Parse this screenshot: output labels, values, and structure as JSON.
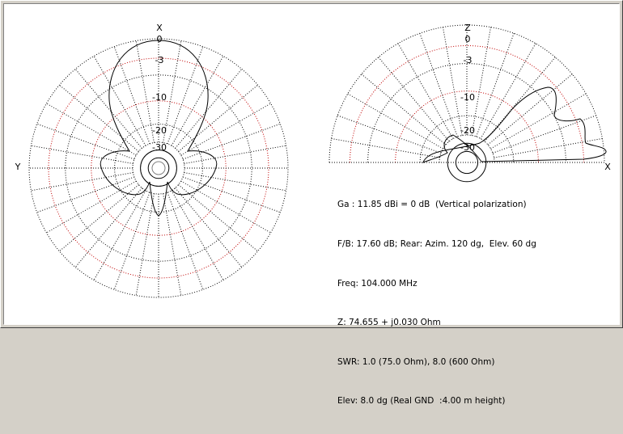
{
  "horizontal_plot": {
    "top_axis_label": "X",
    "left_axis_label": "Y",
    "ring_labels": [
      "0",
      "-3",
      "-10",
      "-20",
      "-30"
    ]
  },
  "vertical_plot": {
    "top_axis_label": "Z",
    "right_axis_label": "X",
    "ring_labels": [
      "0",
      "-3",
      "-10",
      "-20",
      "-30"
    ]
  },
  "info": {
    "gain": "Ga : 11.85 dBi = 0 dB  (Vertical polarization)",
    "fb": "F/B: 17.60 dB; Rear: Azim. 120 dg,  Elev. 60 dg",
    "freq": "Freq: 104.000 MHz",
    "impedance": "Z: 74.655 + j0.030 Ohm",
    "swr": "SWR: 1.0 (75.0 Ohm), 8.0 (600 Ohm)",
    "elev": "Elev: 8.0 dg (Real GND  :4.00 m height)"
  }
}
